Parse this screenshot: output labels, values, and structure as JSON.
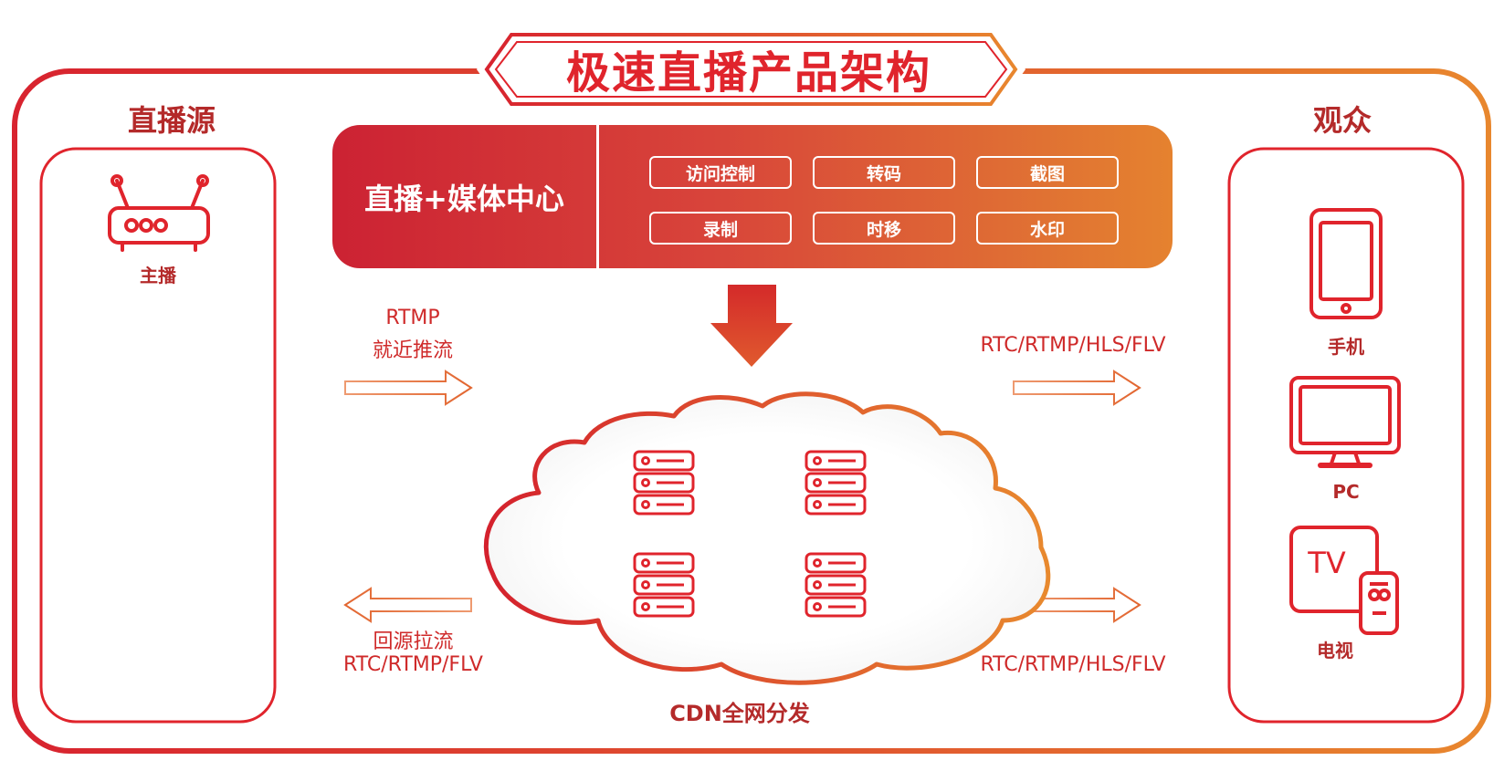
{
  "title": "极速直播产品架构",
  "source": {
    "title": "直播源",
    "device_label": "主播",
    "device_icon": "router-icon"
  },
  "media_center": {
    "title": "直播+媒体中心",
    "features": [
      "访问控制",
      "转码",
      "截图",
      "录制",
      "时移",
      "水印"
    ]
  },
  "flows": {
    "push_protocol": "RTMP",
    "push_label": "就近推流",
    "pull_label": "回源拉流",
    "pull_protocol": "RTC/RTMP/FLV",
    "out_top_protocol": "RTC/RTMP/HLS/FLV",
    "out_bottom_protocol": "RTC/RTMP/HLS/FLV"
  },
  "cdn": {
    "label": "CDN全网分发",
    "server_icon": "server-stack-icon"
  },
  "audience": {
    "title": "观众",
    "devices": [
      {
        "label": "手机",
        "icon": "phone-icon"
      },
      {
        "label": "PC",
        "icon": "monitor-icon"
      },
      {
        "label": "电视",
        "icon": "tv-icon",
        "icon_text": "TV"
      }
    ]
  },
  "colors": {
    "primary_red": "#e0242c",
    "dark_red": "#b42a2a",
    "orange": "#e5822f"
  }
}
